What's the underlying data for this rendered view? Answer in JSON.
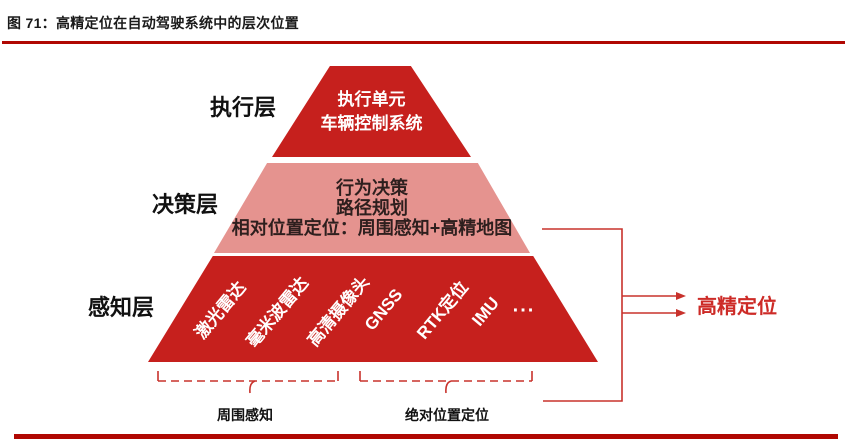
{
  "header": {
    "title": "图 71：高精定位在自动驾驶系统中的层次位置"
  },
  "pyramid": {
    "layers": [
      {
        "side_label": "执行层",
        "lines": [
          "执行单元",
          "车辆控制系统"
        ]
      },
      {
        "side_label": "决策层",
        "lines": [
          "行为决策",
          "路径规划",
          "相对位置定位：周围感知+高精地图"
        ]
      },
      {
        "side_label": "感知层",
        "items": [
          {
            "label": "激光雷达"
          },
          {
            "label": "毫米波雷达"
          },
          {
            "label": "高清摄像头"
          },
          {
            "label": "GNSS"
          },
          {
            "label": "RTK定位"
          },
          {
            "label": "IMU"
          },
          {
            "label": "..."
          }
        ]
      }
    ]
  },
  "callout": {
    "label": "高精定位"
  },
  "braces": [
    {
      "label": "周围感知"
    },
    {
      "label": "绝对位置定位"
    }
  ],
  "colors": {
    "dark_red": "#C6201D",
    "pink": "#E5938F",
    "line_red": "#C8322C",
    "callout_red": "#CD2B27",
    "rule_red": "#B00702",
    "text_black": "#1A1A1A",
    "mid_text": "#2E1F1E"
  }
}
